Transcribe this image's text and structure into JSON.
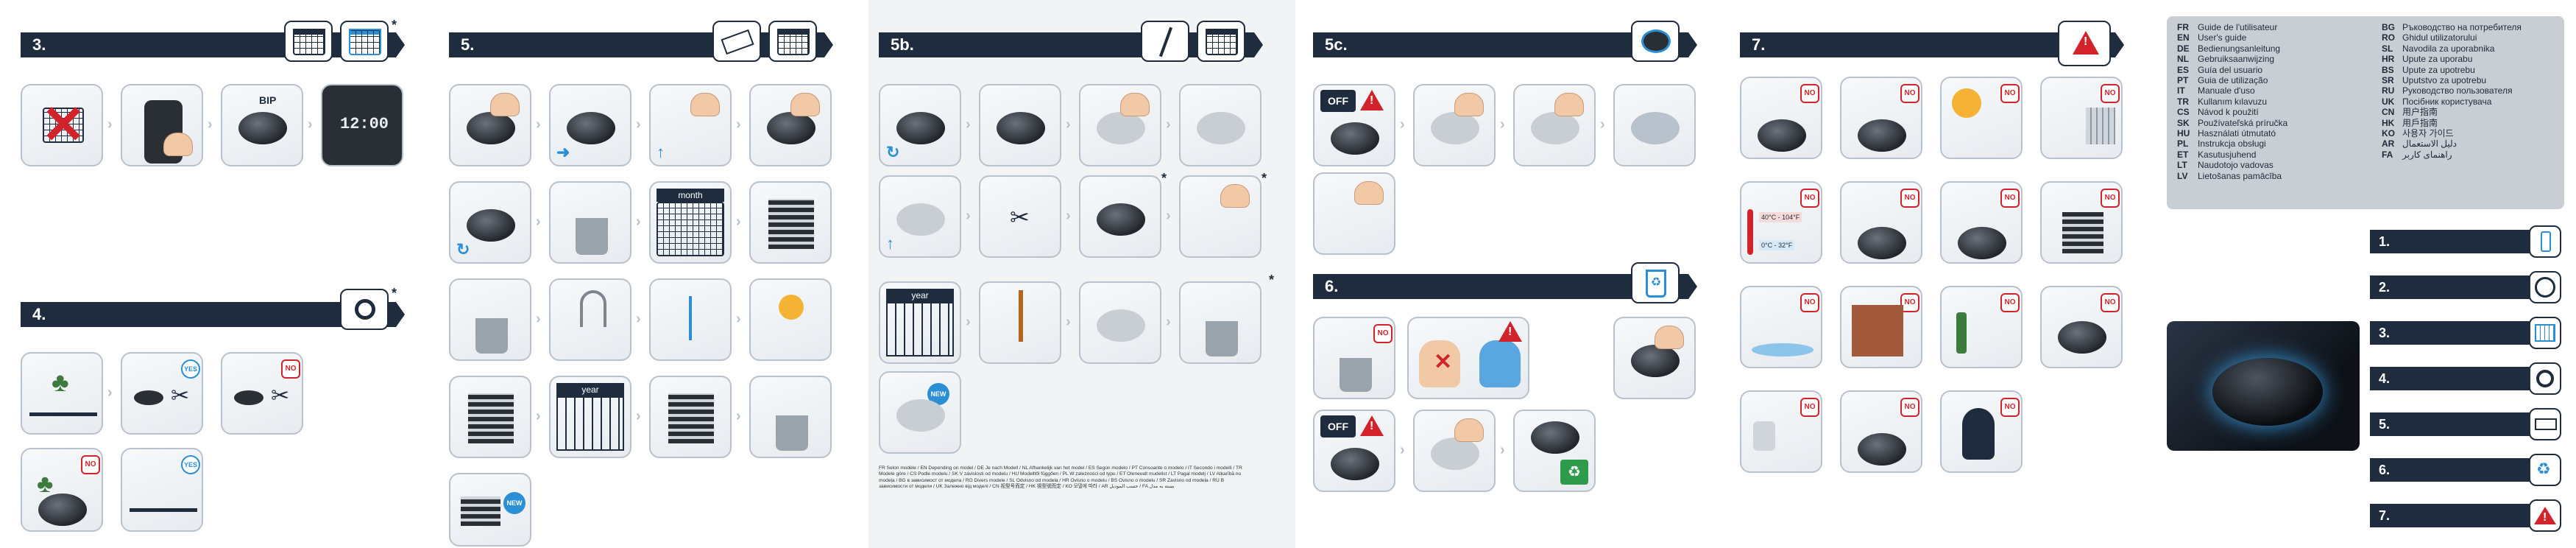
{
  "steps": {
    "s3": "3.",
    "s4": "4.",
    "s5": "5.",
    "s5b": "5b.",
    "s5c": "5c.",
    "s6": "6.",
    "s7": "7."
  },
  "labels": {
    "bip": "BIP",
    "clock": "12:00",
    "yes": "YES",
    "no": "NO",
    "month": "month",
    "year": "year",
    "new": "NEW",
    "off": "OFF",
    "temp_high": "40°C - 104°F",
    "temp_low": "0°C - 32°F",
    "star": "*"
  },
  "footnote": "FR Selon modèle / EN Depending on model / DE Je nach Modell / NL Afhankelijk van het model / ES Según modelo / PT Consoante o modelo / IT Secondo i modelli / TR Modele göre / CS Podle modelu / SK V závislosti od modelu / HU Modelltől függően / PL W zależności od typu / ET Olenevalt mudelist / LT Pagal modelį / LV Atkarībā no modeļa / BG в зависимост от модела / RO Divers modele / SL Odvisno od modela / HR Ovisno o modelu / BS Ovisno o modelu / SR Zavisno od modela / RU В зависимости от модели / UK Залежно від моделі / CN 视型号而定 / HK 視型號而定 / KO 모델에 따라 / AR حسب الموديل / FA بسته به مدل",
  "languages_left": [
    {
      "code": "FR",
      "name": "Guide de l'utilisateur"
    },
    {
      "code": "EN",
      "name": "User's guide"
    },
    {
      "code": "DE",
      "name": "Bedienungsanleitung"
    },
    {
      "code": "NL",
      "name": "Gebruiksaanwijzing"
    },
    {
      "code": "ES",
      "name": "Guía del usuario"
    },
    {
      "code": "PT",
      "name": "Guia de utilização"
    },
    {
      "code": "IT",
      "name": "Manuale d'uso"
    },
    {
      "code": "TR",
      "name": "Kullanım kılavuzu"
    },
    {
      "code": "CS",
      "name": "Návod k použití"
    },
    {
      "code": "SK",
      "name": "Používateľská príručka"
    },
    {
      "code": "HU",
      "name": "Használati útmutató"
    },
    {
      "code": "PL",
      "name": "Instrukcja obsługi"
    },
    {
      "code": "ET",
      "name": "Kasutusjuhend"
    },
    {
      "code": "LT",
      "name": "Naudotojo vadovas"
    },
    {
      "code": "LV",
      "name": "Lietošanas pamācība"
    }
  ],
  "languages_right": [
    {
      "code": "BG",
      "name": "Ръководство на потребителя"
    },
    {
      "code": "RO",
      "name": "Ghidul utilizatorului"
    },
    {
      "code": "SL",
      "name": "Navodila za uporabnika"
    },
    {
      "code": "HR",
      "name": "Upute za uporabu"
    },
    {
      "code": "BS",
      "name": "Upute za upotrebu"
    },
    {
      "code": "SR",
      "name": "Uputstvo za upotrebu"
    },
    {
      "code": "RU",
      "name": "Руководство пользователя"
    },
    {
      "code": "UK",
      "name": "Посібник користувача"
    },
    {
      "code": "CN",
      "name": "用户指南"
    },
    {
      "code": "HK",
      "name": "用戶指南"
    },
    {
      "code": "KO",
      "name": "사용자 가이드"
    },
    {
      "code": "AR",
      "name": "دليل الاستعمال"
    },
    {
      "code": "FA",
      "name": "راهنمای کاربر"
    }
  ],
  "quick_steps": [
    "1.",
    "2.",
    "3.",
    "4.",
    "5.",
    "6.",
    "7."
  ],
  "colors": {
    "navy": "#1f2c3d",
    "accent_blue": "#2b8fd6",
    "warning_red": "#d2232a",
    "panel_grey": "#c9ced4"
  }
}
